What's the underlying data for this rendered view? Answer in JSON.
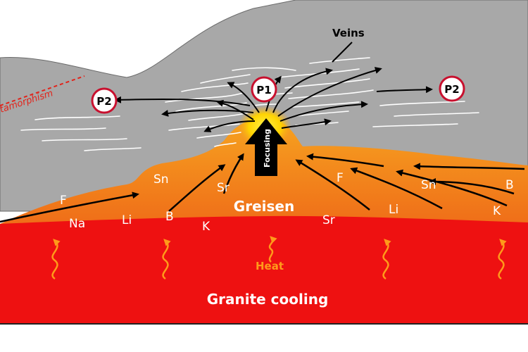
{
  "labels": {
    "veins": "Veins",
    "metamorphism": "Metamorphism",
    "p1": "P1",
    "p2_left": "P2",
    "p2_right": "P2",
    "focusing": "Focusing",
    "greisen": "Greisen",
    "heat": "Heat",
    "granite_cooling": "Granite cooling"
  },
  "elements": [
    {
      "id": "f-left",
      "text": "F"
    },
    {
      "id": "na",
      "text": "Na"
    },
    {
      "id": "li-left",
      "text": "Li"
    },
    {
      "id": "sn-left",
      "text": "Sn"
    },
    {
      "id": "b-left",
      "text": "B"
    },
    {
      "id": "sr-left",
      "text": "Sr"
    },
    {
      "id": "k-left",
      "text": "K"
    },
    {
      "id": "sr-right",
      "text": "Sr"
    },
    {
      "id": "f-right",
      "text": "F"
    },
    {
      "id": "li-right",
      "text": "Li"
    },
    {
      "id": "sn-right",
      "text": "Sn"
    },
    {
      "id": "k-right",
      "text": "K"
    },
    {
      "id": "b-right",
      "text": "B"
    }
  ],
  "colors": {
    "host_rock": "#a8a8a8",
    "granite": "#ee1111",
    "greisen_orange": "#f07a18",
    "focus_yellow": "#ffe000",
    "heat_arrow": "#ff9a1a",
    "metamorphism": "#e2231a",
    "p_badge": "#c8102e"
  }
}
